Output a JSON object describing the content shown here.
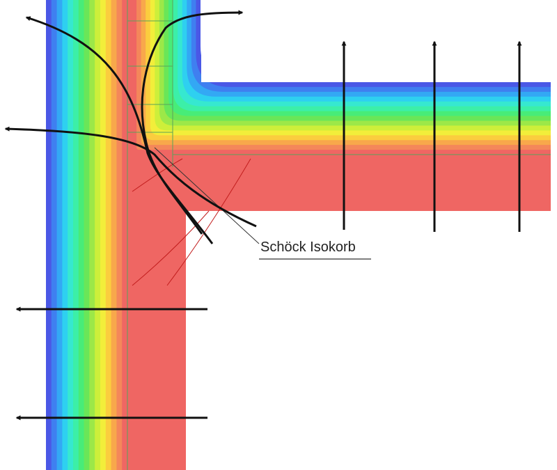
{
  "diagram": {
    "label": "Schöck Isokorb",
    "colors": {
      "cold": "#4a58e6",
      "warm": "#ef6663",
      "stripes": [
        "#4a58e6",
        "#3f7ff0",
        "#33a8f4",
        "#2ed0f0",
        "#36e8d0",
        "#3cefa8",
        "#48ec78",
        "#6ae658",
        "#9ce848",
        "#cdef3a",
        "#f2ee3a",
        "#fbcd3e",
        "#f8a84b",
        "#f4875a",
        "#ef6663"
      ],
      "arrow": "#111111",
      "isotherm": "#c21e1e",
      "grid": "#5aa35a"
    },
    "heat_flow_arrows": [
      {
        "name": "arrow-slab-1",
        "direction": "up"
      },
      {
        "name": "arrow-slab-2",
        "direction": "up"
      },
      {
        "name": "arrow-slab-3",
        "direction": "up"
      },
      {
        "name": "arrow-wall-1",
        "direction": "left"
      },
      {
        "name": "arrow-wall-2",
        "direction": "left"
      },
      {
        "name": "arrow-corner-1",
        "direction": "left"
      },
      {
        "name": "arrow-corner-2",
        "direction": "up-left"
      },
      {
        "name": "arrow-corner-3",
        "direction": "up-right"
      }
    ]
  }
}
